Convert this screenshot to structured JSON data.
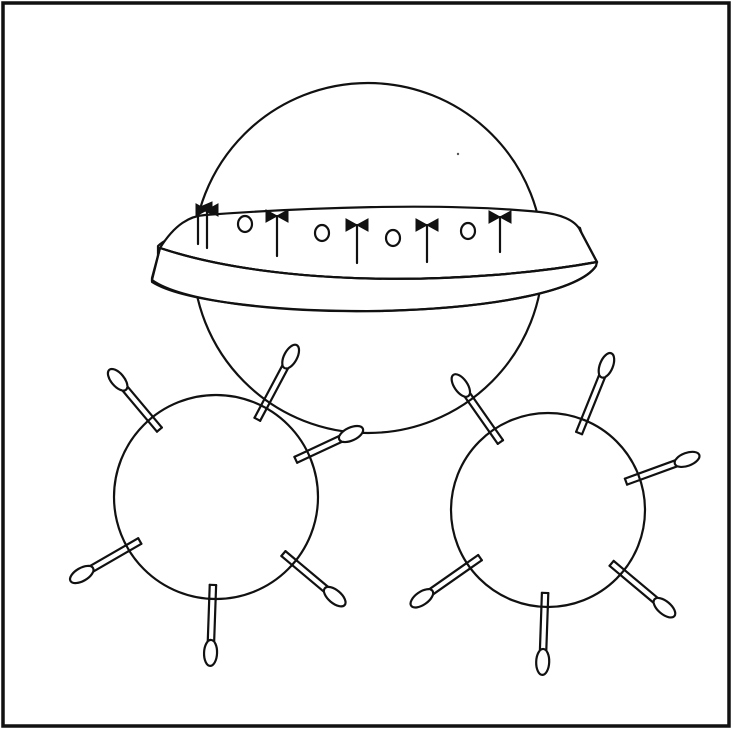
{
  "colors": {
    "background": "#ffffff",
    "ink": "#111111"
  },
  "antennae_count": 6,
  "portholes_count": 4,
  "virus_count": 2,
  "spikes_per_virus": 6
}
